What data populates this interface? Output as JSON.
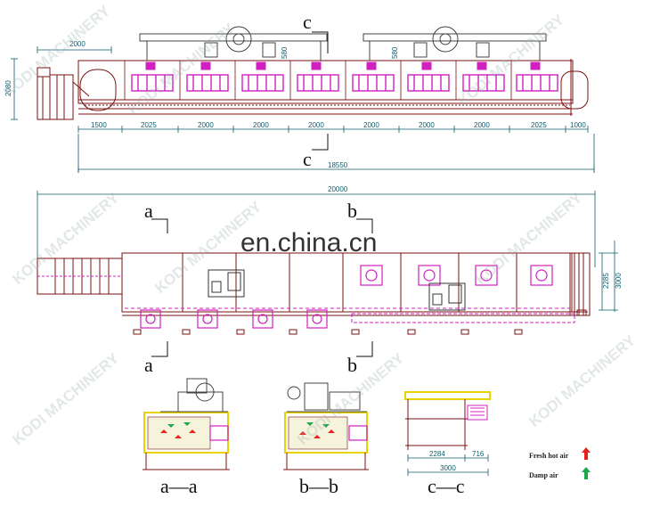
{
  "watermark": {
    "center_text": "en.china.cn",
    "brand_text": "KODI MACHINERY"
  },
  "top_view": {
    "section_label_top": "c",
    "section_label_bottom": "c",
    "dim_left_width": "2000",
    "dim_height_left": "2080",
    "dim_fan_height_a": "580",
    "dim_fan_height_b": "580",
    "segments": [
      "1500",
      "2025",
      "2000",
      "2000",
      "2000",
      "2000",
      "2000",
      "2000",
      "2025",
      "1000"
    ],
    "total_length": "18550"
  },
  "plan_view": {
    "total_length": "20000",
    "section_a_top": "a",
    "section_a_bottom": "a",
    "section_b_top": "b",
    "section_b_bottom": "b",
    "dim_width_inner": "2285",
    "dim_width_outer": "3000"
  },
  "sections": {
    "aa_label": "a—a",
    "bb_label": "b—b",
    "cc_label": "c—c",
    "cc_dim_inner": "2284",
    "cc_dim_side": "716",
    "cc_dim_total": "3000"
  },
  "legend": {
    "fresh_hot_air": "Fresh hot air",
    "damp_air": "Damp air",
    "fresh_color": "#e8211c",
    "damp_color": "#1aa84a"
  },
  "colors": {
    "line": "#7a1010",
    "magenta": "#d020c0",
    "yellow": "#e8d200",
    "dim": "#0b5d6b"
  }
}
